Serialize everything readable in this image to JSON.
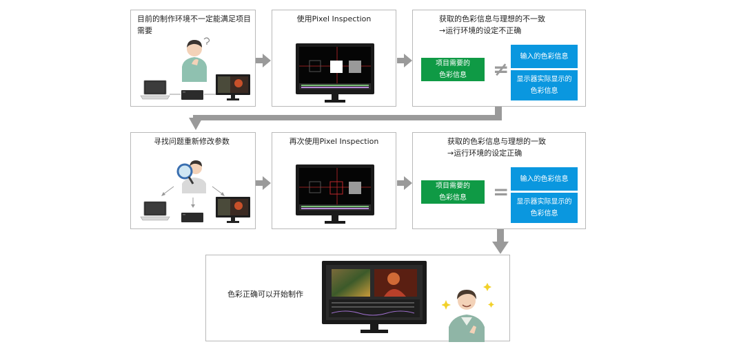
{
  "step1": {
    "caption_line1": "目前的制作环境不一定能满足项目",
    "caption_line2": "需要"
  },
  "step2": {
    "caption": "使用Pixel Inspection"
  },
  "step3": {
    "caption_line1": "获取的色彩信息与理想的不一致",
    "caption_line2": "→运行环境的设定不正确",
    "green_line1": "项目需要的",
    "green_line2": "色彩信息",
    "symbol": "≠",
    "blue_top": "输入的色彩信息",
    "blue_bottom_line1": "显示器实际显示的",
    "blue_bottom_line2": "色彩信息"
  },
  "step4": {
    "caption": "寻找问题重新修改参数"
  },
  "step5": {
    "caption": "再次使用Pixel Inspection"
  },
  "step6": {
    "caption_line1": "获取的色彩信息与理想的一致",
    "caption_line2": "→运行环境的设定正确",
    "green_line1": "项目需要的",
    "green_line2": "色彩信息",
    "symbol": "=",
    "blue_top": "输入的色彩信息",
    "blue_bottom_line1": "显示器实际显示的",
    "blue_bottom_line2": "色彩信息"
  },
  "step7": {
    "caption": "色彩正确可以开始制作"
  },
  "colors": {
    "green": "#0f9a45",
    "blue": "#0a97df",
    "arrow": "#9a9a9a",
    "border": "#b8b8b8"
  }
}
